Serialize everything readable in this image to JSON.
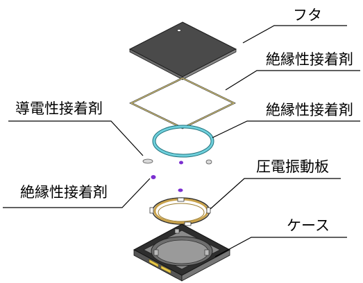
{
  "labels": {
    "lid": "フタ",
    "insulating_adhesive_top": "絶縁性接着剤",
    "insulating_adhesive_ring": "絶縁性接着剤",
    "conductive_adhesive": "導電性接着剤",
    "insulating_adhesive_dots": "絶縁性接着剤",
    "piezo_diaphragm": "圧電振動板",
    "case": "ケース"
  },
  "colors": {
    "lid": "#5a5a5a",
    "adhesive_frame": "#c9b24a",
    "adhesive_ring": "#5ec6d6",
    "conductive_dot": "#7b2fd0",
    "diaphragm_rim": "#c8a14a",
    "case": "#3a3a3a",
    "leader_line": "#000000"
  }
}
